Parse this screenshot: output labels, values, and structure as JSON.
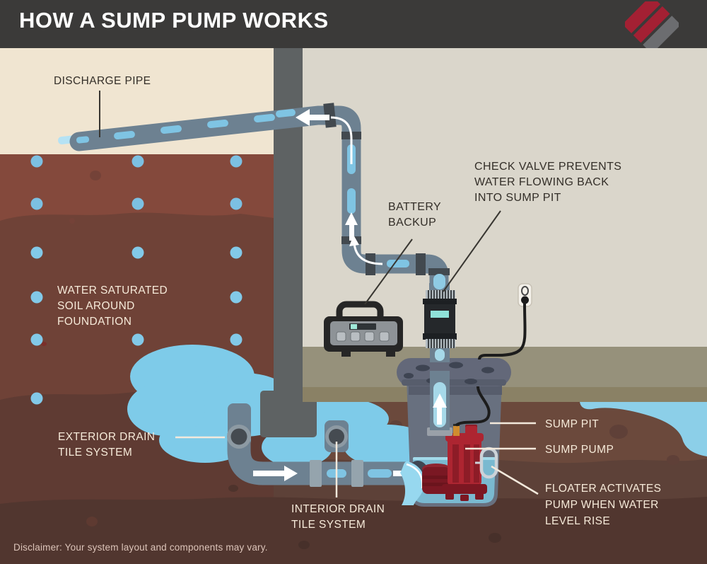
{
  "header": {
    "title": "HOW A SUMP PUMP WORKS",
    "logo_icon": "diamond-stripes-logo"
  },
  "labels": {
    "discharge_pipe": {
      "lines": [
        "DISCHARGE PIPE"
      ]
    },
    "water_saturated": {
      "lines": [
        "WATER SATURATED",
        "SOIL AROUND",
        "FOUNDATION"
      ]
    },
    "battery_backup": {
      "lines": [
        "BATTERY",
        "BACKUP"
      ]
    },
    "check_valve": {
      "lines": [
        "CHECK VALVE PREVENTS",
        "WATER FLOWING BACK",
        "INTO SUMP PIT"
      ]
    },
    "exterior_drain": {
      "lines": [
        "EXTERIOR DRAIN",
        "TILE SYSTEM"
      ]
    },
    "interior_drain": {
      "lines": [
        "INTERIOR DRAIN",
        "TILE SYSTEM"
      ]
    },
    "sump_pit": {
      "lines": [
        "SUMP PIT"
      ]
    },
    "sump_pump": {
      "lines": [
        "SUMP PUMP"
      ]
    },
    "floater": {
      "lines": [
        "FLOATER ACTIVATES",
        "PUMP WHEN WATER",
        "LEVEL RISE"
      ]
    }
  },
  "footer": {
    "disclaimer": "Disclaimer: Your system layout and components may vary."
  },
  "palette": {
    "header_bg": "#3b3a39",
    "accent_red": "#b6202e",
    "logo_red": "#a32033",
    "logo_gray": "#6c6d70",
    "sky_cream": "#f0e5d1",
    "basement_wall": "#dad6cb",
    "foundation_gray": "#5e6263",
    "floor_tan": "#96917b",
    "soil_brown": "#84493c",
    "pipe_gray": "#6d8191",
    "pipe_water_blue": "#7fc4e3",
    "groundwater_blue": "#7ecbe9",
    "pump_red": "#ad2531",
    "check_valve_black": "#25282b",
    "label_dark": "#332e28",
    "label_light": "#f6ead9"
  }
}
